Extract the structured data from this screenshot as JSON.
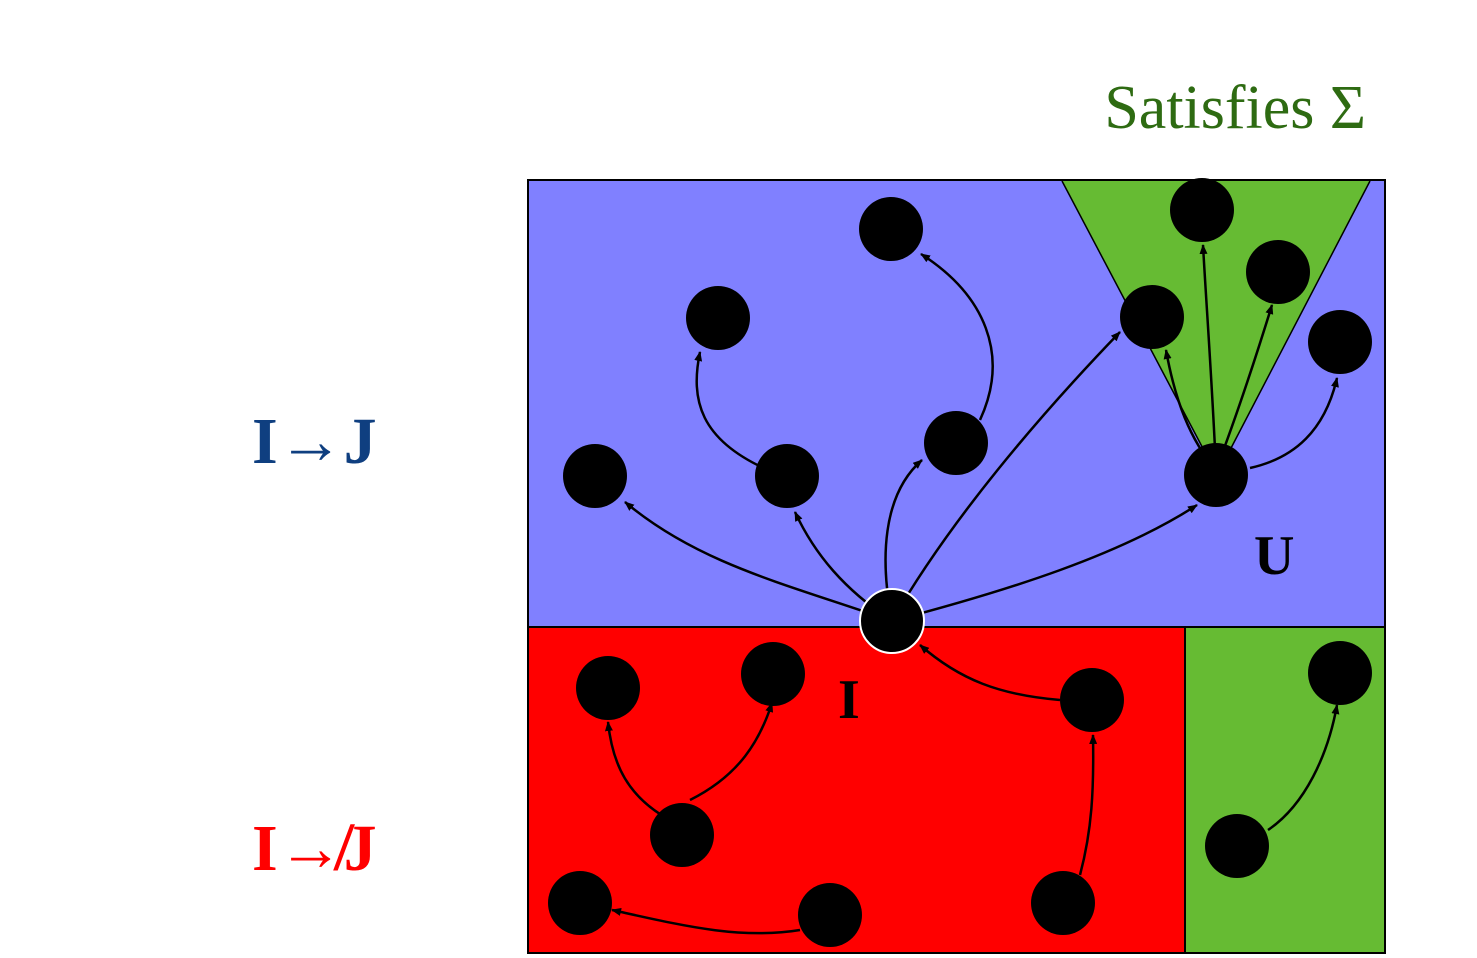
{
  "labels": {
    "satisfies": "Satisfies Σ",
    "maps_to": "I→J",
    "not_maps_to": "I↛J",
    "node_i": "I",
    "node_u": "U"
  },
  "colors": {
    "maps_region": "#8080ff",
    "not_maps_region": "#ff0000",
    "satisfies_region": "#66bb33",
    "satisfies_text": "#2e6b12",
    "maps_text": "#0f3f80",
    "not_maps_text": "#ff0000",
    "node": "#000000"
  }
}
